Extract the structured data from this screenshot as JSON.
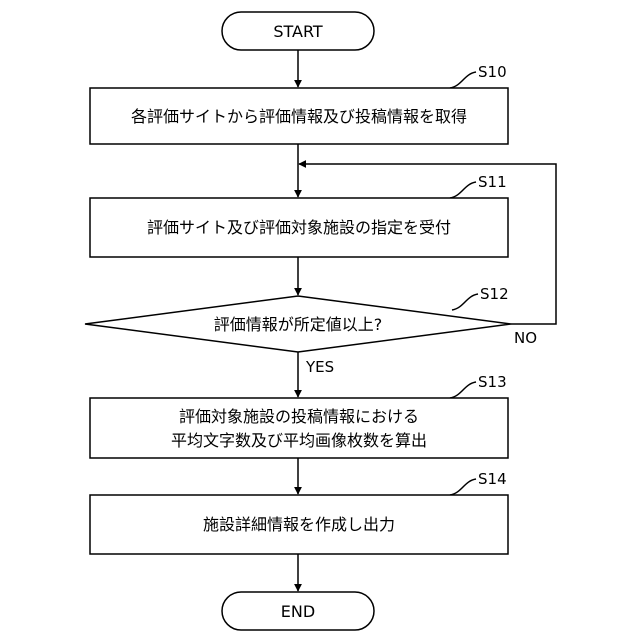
{
  "flowchart": {
    "start": "START",
    "end": "END",
    "steps": [
      {
        "id": "S10",
        "lines": [
          "各評価サイトから評価情報及び投稿情報を取得"
        ]
      },
      {
        "id": "S11",
        "lines": [
          "評価サイト及び評価対象施設の指定を受付"
        ]
      },
      {
        "id": "S12",
        "lines": [
          "評価情報が所定値以上?"
        ]
      },
      {
        "id": "S13",
        "lines": [
          "評価対象施設の投稿情報における",
          "平均文字数及び平均画像枚数を算出"
        ]
      },
      {
        "id": "S14",
        "lines": [
          "施設詳細情報を作成し出力"
        ]
      }
    ],
    "yes_label": "YES",
    "no_label": "NO"
  }
}
